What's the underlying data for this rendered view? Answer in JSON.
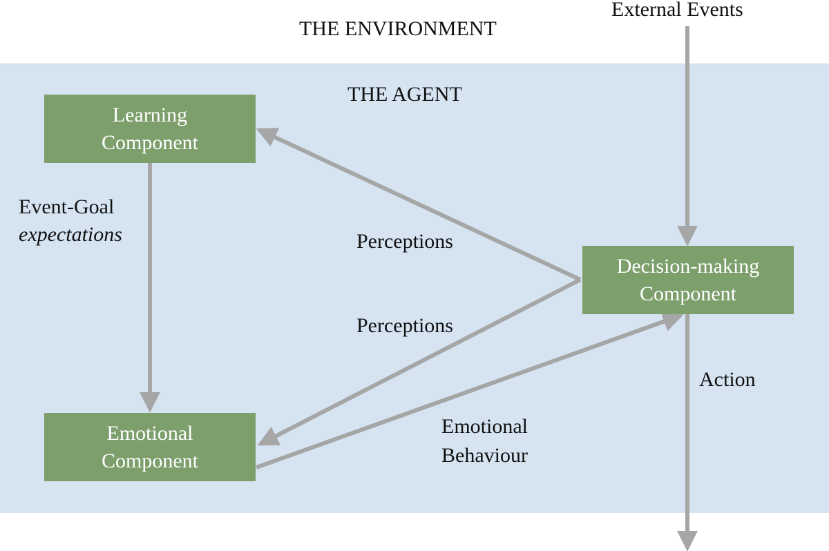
{
  "environment_title": "THE ENVIRONMENT",
  "agent_title": "THE AGENT",
  "external_events": "External Events",
  "components": {
    "learning": {
      "line1": "Learning",
      "line2": "Component"
    },
    "emotional": {
      "line1": "Emotional",
      "line2": "Component"
    },
    "decision": {
      "line1": "Decision-making",
      "line2": "Component"
    }
  },
  "edges": {
    "event_goal": {
      "line1": "Event-Goal",
      "line2": "expectations"
    },
    "perceptions_upper": "Perceptions",
    "perceptions_lower": "Perceptions",
    "emotional_behaviour": {
      "line1": "Emotional",
      "line2": "Behaviour"
    },
    "action": "Action"
  },
  "colors": {
    "agent_background": "#d6e4f2",
    "component_fill": "#7d9f6c",
    "arrow": "#a6a6a6",
    "text": "#111111"
  }
}
